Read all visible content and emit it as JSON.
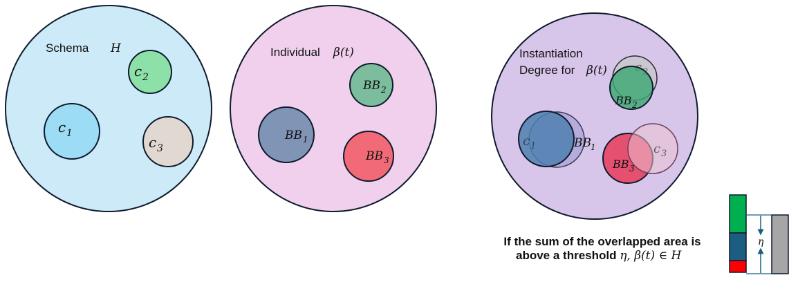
{
  "panels": {
    "schema": {
      "title": "Schema",
      "symbol": "H",
      "c1": {
        "base": "c",
        "sub": "1"
      },
      "c2": {
        "base": "c",
        "sub": "2"
      },
      "c3": {
        "base": "c",
        "sub": "3"
      }
    },
    "individual": {
      "title": "Individual",
      "symbol": "β(t)",
      "bb1": {
        "base": "BB",
        "sub": "1"
      },
      "bb2": {
        "base": "BB",
        "sub": "2"
      },
      "bb3": {
        "base": "BB",
        "sub": "3"
      }
    },
    "instantiation": {
      "title_line1": "Instantiation",
      "title_line2": "Degree for",
      "symbol": "β(t)",
      "c1": {
        "base": "c",
        "sub": "1"
      },
      "c2": {
        "base": "c",
        "sub": "2"
      },
      "c3": {
        "base": "c",
        "sub": "3"
      },
      "bb1": {
        "base": "BB",
        "sub": "1"
      },
      "bb2": {
        "base": "BB",
        "sub": "2"
      },
      "bb3": {
        "base": "BB",
        "sub": "3"
      }
    }
  },
  "caption": {
    "line1": "If the sum of the overlapped area is",
    "line2_prefix": "above a threshold ",
    "line2_math": "η, β(t) ∈ H"
  },
  "threshold_symbol": "η",
  "colors": {
    "schema_bg": "#cdeaf8",
    "individual_bg": "#f0d0ec",
    "instantiation_bg": "#d7c5ea",
    "c1": "#9ddcf5",
    "c2": "#8ce0a8",
    "c3": "#e2d8d2",
    "bb1": "#8094b6",
    "bb2": "#7bbd9c",
    "bb3": "#f26a78",
    "bar_green": "#00b050",
    "bar_blue": "#1b5e82",
    "bar_red": "#ff0000",
    "bar_gray": "#a6a6a6"
  }
}
